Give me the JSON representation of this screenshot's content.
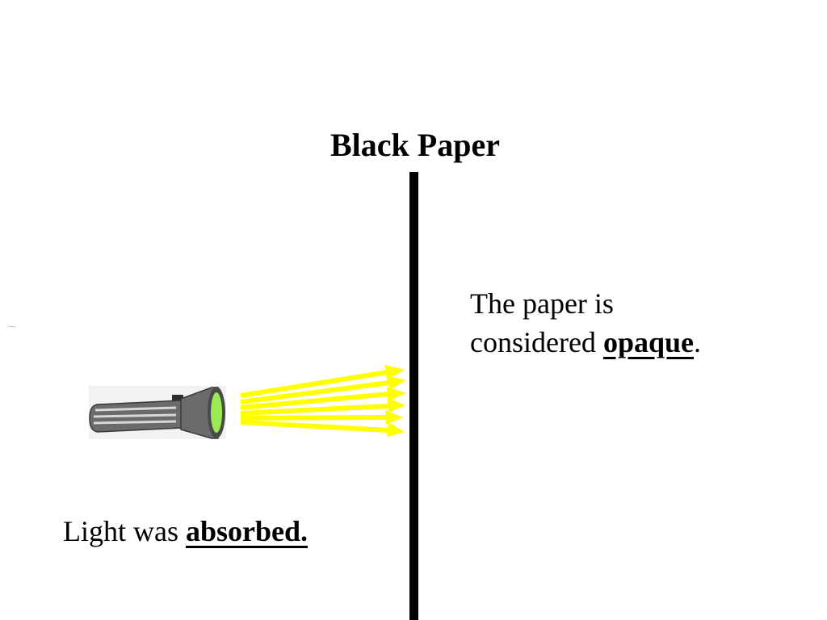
{
  "title": "Black Paper",
  "right_text": {
    "line1": "The paper is",
    "line2_prefix": "considered ",
    "line2_emphasis": "opaque",
    "line2_suffix": "."
  },
  "bottom_text": {
    "prefix": "Light was ",
    "emphasis": "absorbed."
  },
  "colors": {
    "light_rays": "#ffff00",
    "flashlight_body": "#6b6b6b",
    "flashlight_lens": "#9bea55",
    "paper": "#000000"
  }
}
